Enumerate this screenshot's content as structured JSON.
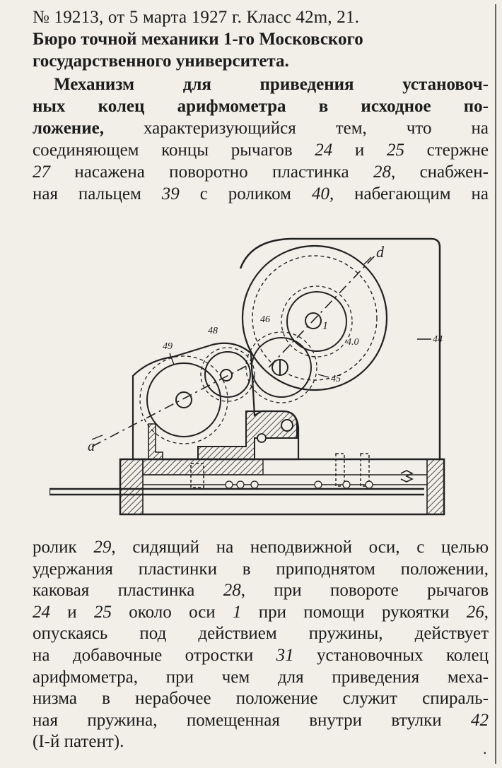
{
  "patent": {
    "header": "№ 19213, от 5 марта 1927 г. Класс 42m, 21.",
    "bureau_lines": [
      "Бюро точной механики 1-го Московского",
      "государственного университета."
    ]
  },
  "claim_intro": [
    [
      {
        "t": "Механизм для приведения установоч-",
        "s": "b"
      }
    ],
    [
      {
        "t": "ных колец арифмометра в исходное по-",
        "s": "b"
      }
    ],
    [
      {
        "t": "ложение,",
        "s": "b"
      },
      {
        "t": " характеризующийся тем, что на"
      }
    ],
    [
      {
        "t": "соединяющем концы рычагов "
      },
      {
        "t": "24",
        "s": "i"
      },
      {
        "t": " и "
      },
      {
        "t": "25",
        "s": "i"
      },
      {
        "t": " стержне"
      }
    ],
    [
      {
        "t": "27",
        "s": "i"
      },
      {
        "t": " насажена поворотно пластинка "
      },
      {
        "t": "28",
        "s": "i"
      },
      {
        "t": ", снабжен-"
      }
    ],
    [
      {
        "t": "ная пальцем "
      },
      {
        "t": "39",
        "s": "i"
      },
      {
        "t": " с роликом "
      },
      {
        "t": "40",
        "s": "i"
      },
      {
        "t": ", набегающим на"
      }
    ]
  ],
  "figure_labels": [
    "d",
    "1",
    "4.0",
    "46",
    "48",
    "49",
    "45",
    "44",
    "a"
  ],
  "claim_tail": [
    [
      {
        "t": "ролик "
      },
      {
        "t": "29",
        "s": "i"
      },
      {
        "t": ", сидящий на неподвижной оси, с целью"
      }
    ],
    [
      {
        "t": "удержания пластинки в приподнятом положении,"
      }
    ],
    [
      {
        "t": "каковая пластинка "
      },
      {
        "t": "28",
        "s": "i"
      },
      {
        "t": ", при повороте рычагов"
      }
    ],
    [
      {
        "t": "24",
        "s": "i"
      },
      {
        "t": " и "
      },
      {
        "t": "25",
        "s": "i"
      },
      {
        "t": " около оси "
      },
      {
        "t": "1",
        "s": "i"
      },
      {
        "t": " при помощи рукоятки "
      },
      {
        "t": "26",
        "s": "i"
      },
      {
        "t": ","
      }
    ],
    [
      {
        "t": "опускаясь под действием пружины, действует"
      }
    ],
    [
      {
        "t": "на добавочные отростки "
      },
      {
        "t": "31",
        "s": "i"
      },
      {
        "t": " установочных колец"
      }
    ],
    [
      {
        "t": "арифмометра, при чем для приведения меха-"
      }
    ],
    [
      {
        "t": "низма в нерабочее положение служит спираль-"
      }
    ],
    [
      {
        "t": "ная пружина, помещенная внутри втулки "
      },
      {
        "t": "42",
        "s": "i"
      }
    ],
    [
      {
        "t": "(I-й патент)."
      }
    ]
  ]
}
